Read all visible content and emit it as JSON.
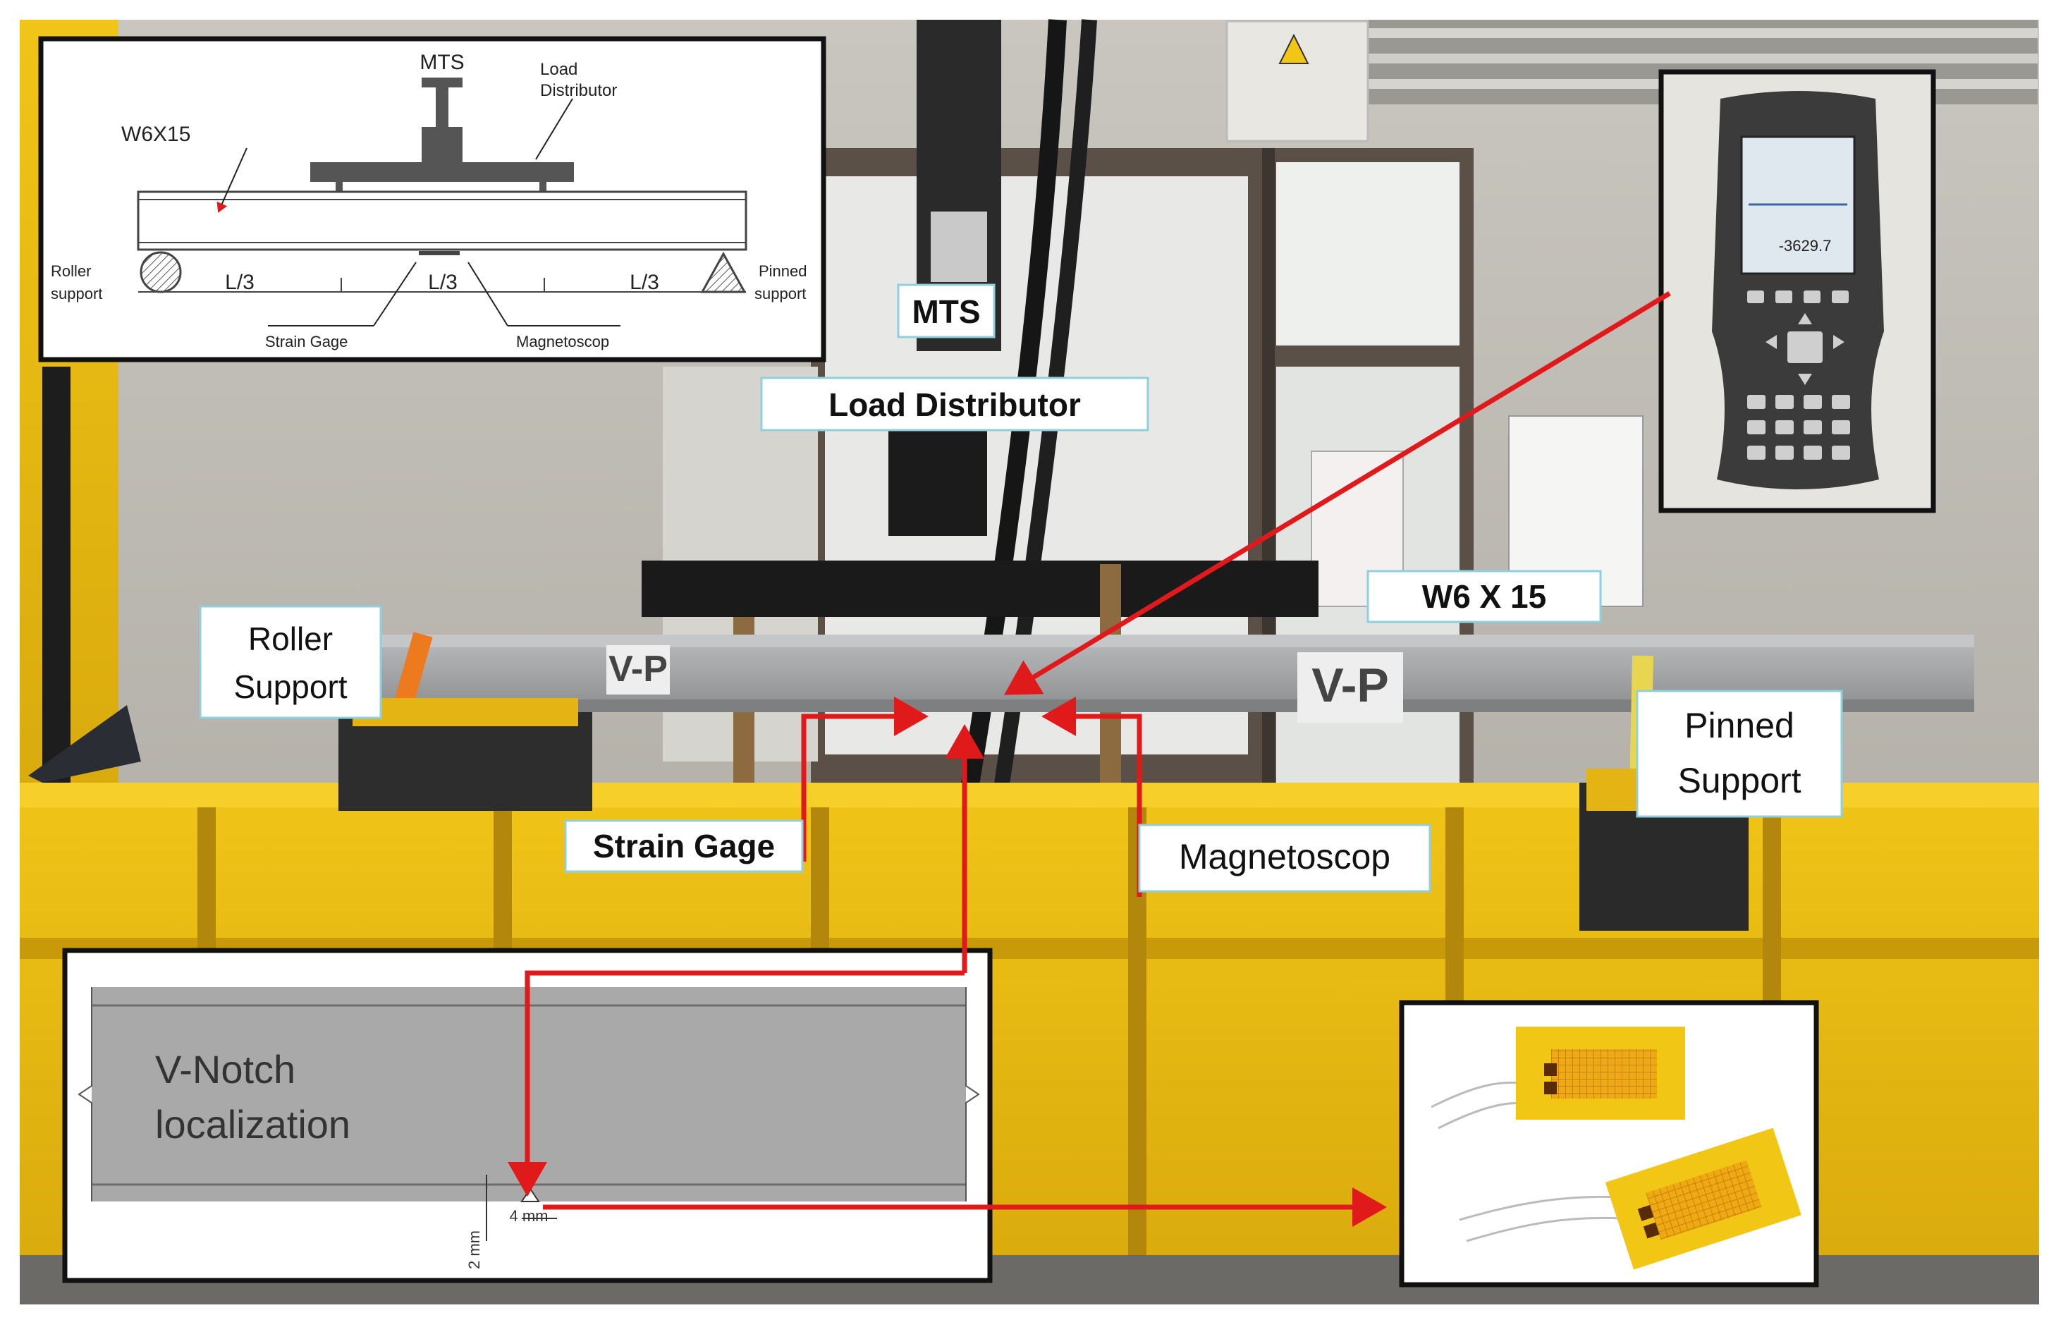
{
  "colors": {
    "frame_yellow": "#e9be14",
    "wall": "#bdbab3",
    "wall_dark": "#8e8a83",
    "beam": "#a7a9ab",
    "arrow_red": "#e01a1a",
    "label_border": "#8fd0df",
    "gage_yellow": "#f2c614",
    "device_body": "#3b3b3b",
    "device_screen": "#dfe8ef"
  },
  "labels": {
    "mts": "MTS",
    "load_distributor": "Load Distributor",
    "w6x15": "W6 X 15",
    "roller_support_1": "Roller",
    "roller_support_2": "Support",
    "pinned_support_1": "Pinned",
    "pinned_support_2": "Support",
    "strain_gage": "Strain Gage",
    "magnetoscop": "Magnetoscop",
    "vp_left": "V-P",
    "vp_right": "V-P"
  },
  "inset_schematic": {
    "mts": "MTS",
    "load_1": "Load",
    "load_2": "Distributor",
    "beam": "W6X15",
    "roller_1": "Roller",
    "roller_2": "support",
    "pinned_1": "Pinned",
    "pinned_2": "support",
    "span_left": "L/3",
    "span_mid": "L/3",
    "span_right": "L/3",
    "strain_gage": "Strain Gage",
    "magnetoscop": "Magnetoscop"
  },
  "inset_notch": {
    "title_1": "V-Notch",
    "title_2": "localization",
    "dim_width": "4 mm",
    "dim_depth": "2 mm"
  },
  "device": {
    "reading": "-3629.7"
  },
  "icons": [
    "warning-sign-icon"
  ]
}
